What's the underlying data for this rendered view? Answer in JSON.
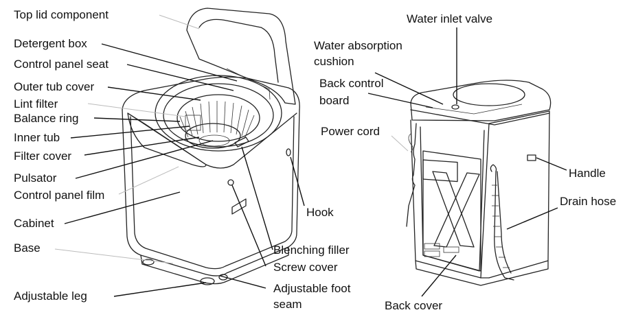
{
  "labels": {
    "top_lid": "Top lid component",
    "detergent_box": "Detergent box",
    "control_panel_seat": "Control panel  seat",
    "outer_tub_cover": "Outer tub cover",
    "lint_filter": "Lint filter",
    "balance_ring": "Balance ring",
    "inner_tub": "Inner tub",
    "filter_cover": "Filter cover",
    "pulsator": "Pulsator",
    "control_panel_film": "Control panel film",
    "cabinet": "Cabinet",
    "base": "Base",
    "adjustable_leg": "Adjustable leg",
    "hook": "Hook",
    "blenching_filler": "Blenching filler",
    "screw_cover": "Screw cover",
    "adjustable_foot_seam_1": "Adjustable foot",
    "adjustable_foot_seam_2": "seam",
    "water_inlet_valve": "Water inlet  valve",
    "water_absorption_1": "Water absorption",
    "water_absorption_2": "cushion",
    "back_control_1": "Back control",
    "back_control_2": "board",
    "power_cord": "Power cord",
    "handle": "Handle",
    "drain_hose": "Drain hose",
    "back_cover": "Back cover"
  }
}
